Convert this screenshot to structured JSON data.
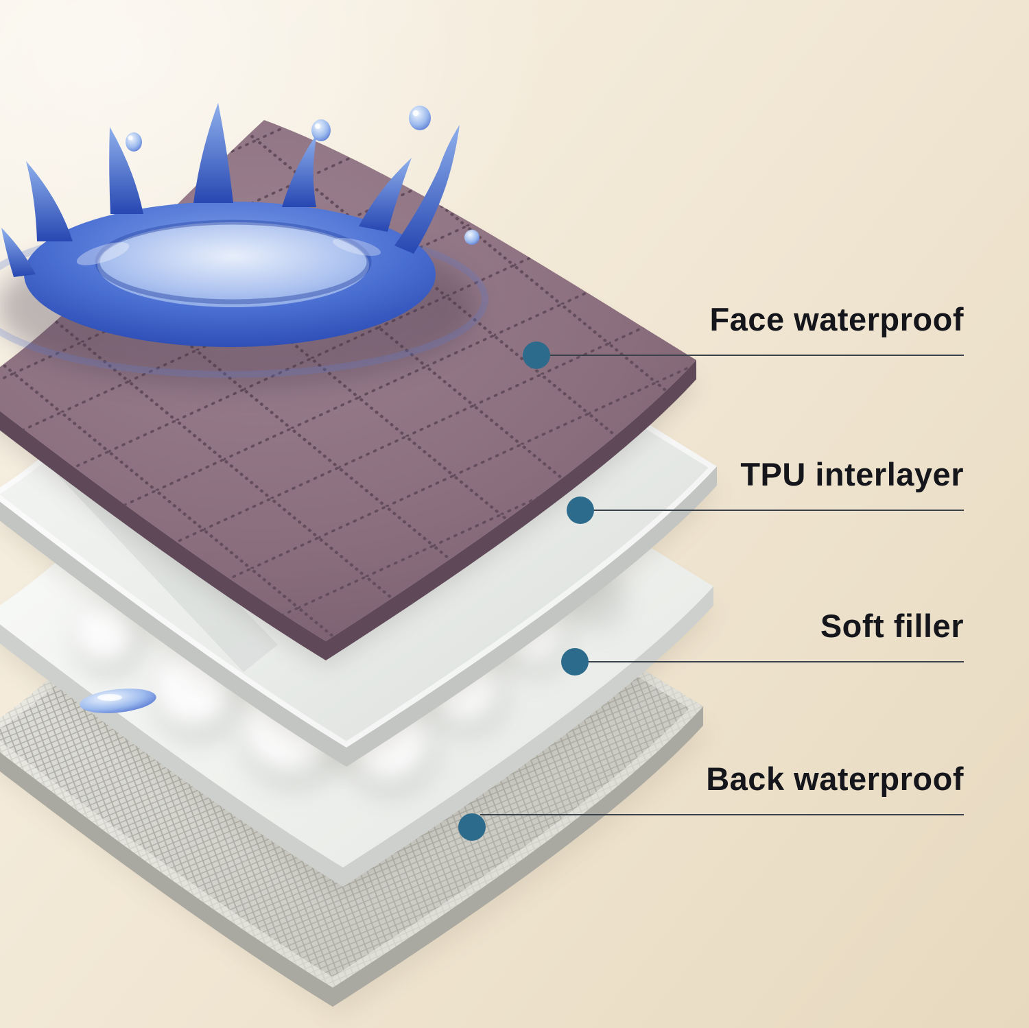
{
  "diagram": {
    "callouts": [
      {
        "label": "Face waterproof"
      },
      {
        "label": "TPU interlayer"
      },
      {
        "label": "Soft filler"
      },
      {
        "label": "Back waterproof"
      }
    ],
    "layers": [
      {
        "name": "Face waterproof",
        "color": "#8a6e7d"
      },
      {
        "name": "TPU interlayer",
        "color": "#eef0ee"
      },
      {
        "name": "Soft filler",
        "color": "#f7f8f6"
      },
      {
        "name": "Back waterproof",
        "color": "#d6d6cf"
      }
    ],
    "colors": {
      "dot": "#2d6b8d",
      "line": "#38404a",
      "label_text": "#14161c",
      "water": "#3a5cc6",
      "background_light": "#f8f2e6",
      "background_dark": "#e7d9bf"
    }
  }
}
